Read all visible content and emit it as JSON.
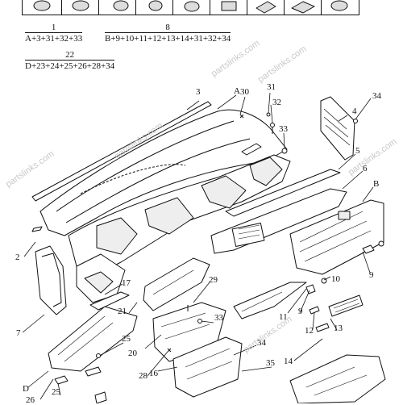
{
  "formulas": {
    "group1": {
      "number": "1",
      "expression": "A+3+31+32+33"
    },
    "group8": {
      "number": "8",
      "expression": "B+9+10+11+12+13+14+31+32+34"
    },
    "group22": {
      "number": "22",
      "expression": "D+23+24+25+26+28+34"
    }
  },
  "callouts": {
    "c3": "3",
    "cA": "A",
    "c30": "30",
    "c31": "31",
    "c32": "32",
    "c4": "4",
    "c34a": "34",
    "c33a": "33",
    "c5": "5",
    "c6": "6",
    "cB": "B",
    "c2": "2",
    "c10": "10",
    "c9a": "9",
    "c17": "17",
    "c29": "29",
    "c9b": "9",
    "c11": "11",
    "c7": "7",
    "c21": "21",
    "c33b": "33",
    "c13": "13",
    "c12": "12",
    "c25a": "25",
    "c20": "20",
    "c34b": "34",
    "c14": "14",
    "c35": "35",
    "c16": "16",
    "c28": "28",
    "cD": "D",
    "c25b": "25",
    "c26": "26"
  },
  "watermark": "partslinks.com"
}
